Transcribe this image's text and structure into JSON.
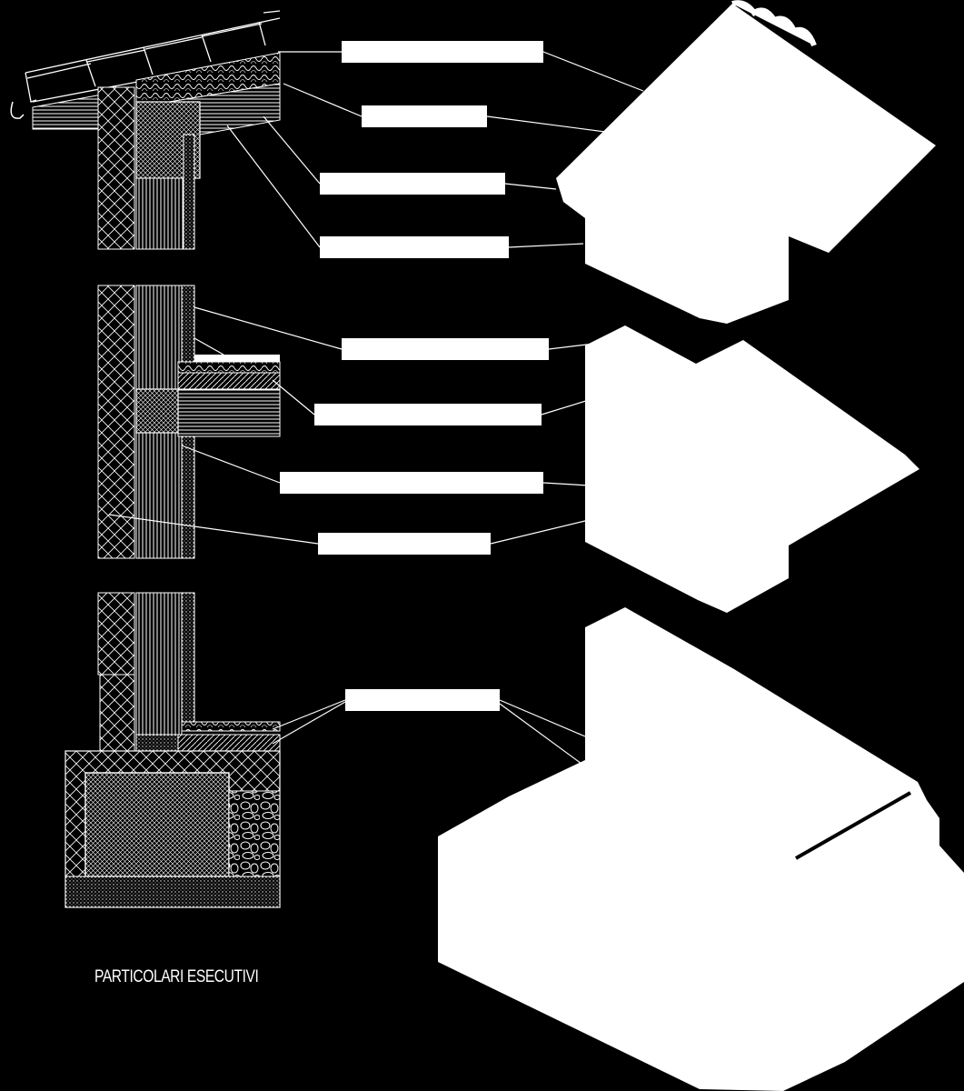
{
  "drawing": {
    "caption": "PARTICOLARI ESECUTIVI",
    "colors": {
      "background": "#000000",
      "linework": "#ffffff"
    },
    "sections": [
      {
        "name": "roof-eave-detail",
        "labels": [
          "",
          "",
          "",
          ""
        ]
      },
      {
        "name": "floor-slab-detail",
        "labels": [
          "",
          "",
          "",
          ""
        ]
      },
      {
        "name": "foundation-detail",
        "labels": [
          ""
        ]
      }
    ]
  }
}
